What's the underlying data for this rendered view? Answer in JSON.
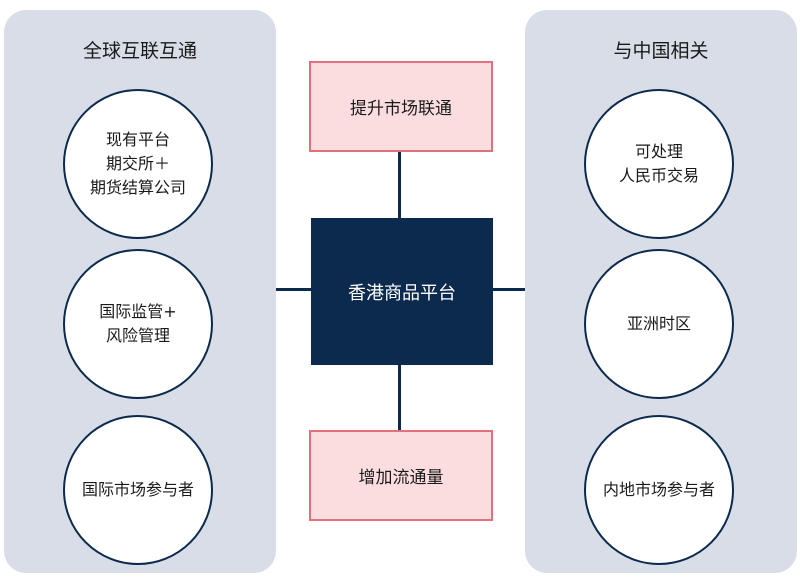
{
  "left_panel": {
    "title": "全球互联互通",
    "items": [
      {
        "label": "现有平台\n期交所＋\n期货结算公司"
      },
      {
        "label": "国际监管+\n风险管理"
      },
      {
        "label": "国际市场参与者"
      }
    ]
  },
  "right_panel": {
    "title": "与中国相关",
    "items": [
      {
        "label": "可处理\n人民币交易"
      },
      {
        "label": "亚洲时区"
      },
      {
        "label": "内地市场参与者"
      }
    ]
  },
  "center": {
    "label": "香港商品平台"
  },
  "top_box": {
    "label": "提升市场联通"
  },
  "bottom_box": {
    "label": "增加流通量"
  },
  "colors": {
    "panel_bg": "#d9dde7",
    "navy": "#0c2a4e",
    "pink_fill": "#fbdddf",
    "pink_border": "#e0727e"
  }
}
